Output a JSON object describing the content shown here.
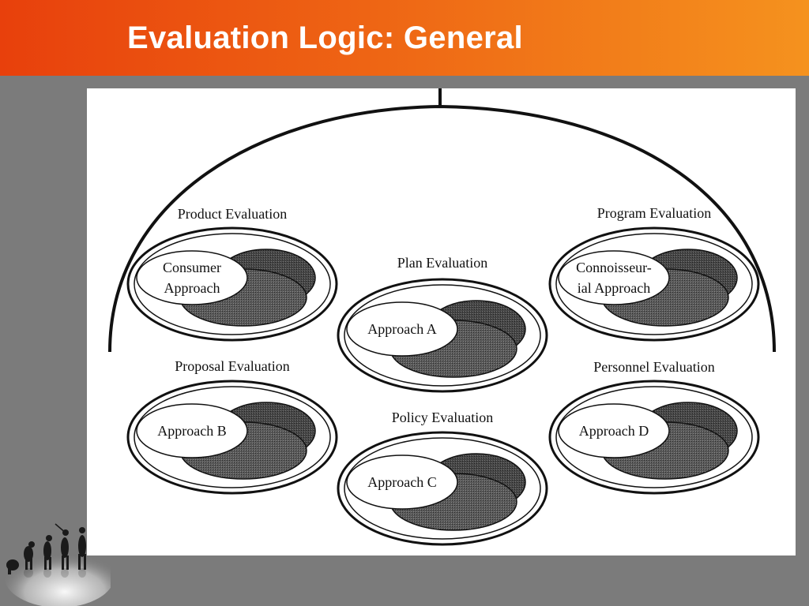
{
  "title": "Evaluation Logic: General",
  "groups": [
    {
      "heading": "Product Evaluation",
      "approach_lines": [
        "Consumer",
        "Approach"
      ]
    },
    {
      "heading": "Plan Evaluation",
      "approach_lines": [
        "Approach A"
      ]
    },
    {
      "heading": "Program Evaluation",
      "approach_lines": [
        "Connoisseur-",
        "ial Approach"
      ]
    },
    {
      "heading": "Proposal Evaluation",
      "approach_lines": [
        "Approach B"
      ]
    },
    {
      "heading": "Policy Evaluation",
      "approach_lines": [
        "Approach C"
      ]
    },
    {
      "heading": "Personnel Evaluation",
      "approach_lines": [
        "Approach D"
      ]
    }
  ],
  "colors": {
    "header_start": "#e8400c",
    "header_end": "#f5921e",
    "background": "#7b7b7b",
    "panel": "#ffffff",
    "hatch_fill": "#4a4a4a"
  },
  "icons": [
    "human-evolution-silhouette-icon"
  ]
}
